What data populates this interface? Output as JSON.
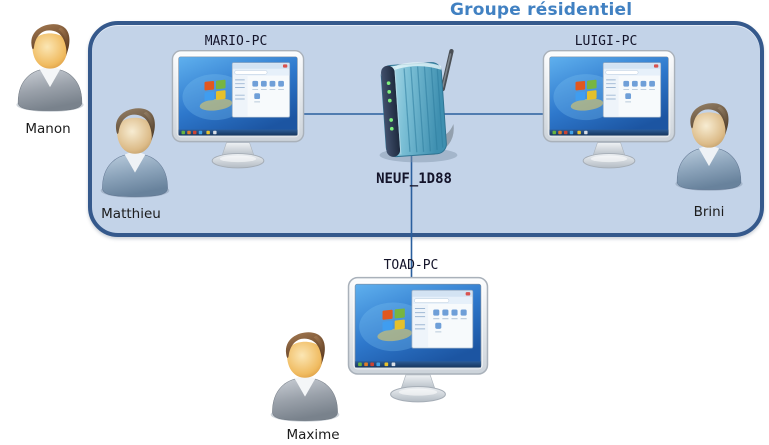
{
  "title": "Groupe résidentiel",
  "computers": {
    "mario": {
      "label": "MARIO-PC"
    },
    "luigi": {
      "label": "LUIGI-PC"
    },
    "toad": {
      "label": "TOAD-PC"
    }
  },
  "router": {
    "label": "NEUF_1D88"
  },
  "people": {
    "manon": {
      "name": "Manon"
    },
    "matthieu": {
      "name": "Matthieu"
    },
    "brini": {
      "name": "Brini"
    },
    "maxime": {
      "name": "Maxime"
    }
  },
  "colors": {
    "group_fill": "#c3d3e8",
    "group_border": "#35598c",
    "title_text": "#4181c2",
    "connection_line": "#2a5f9e",
    "label_text": "#14142a"
  }
}
